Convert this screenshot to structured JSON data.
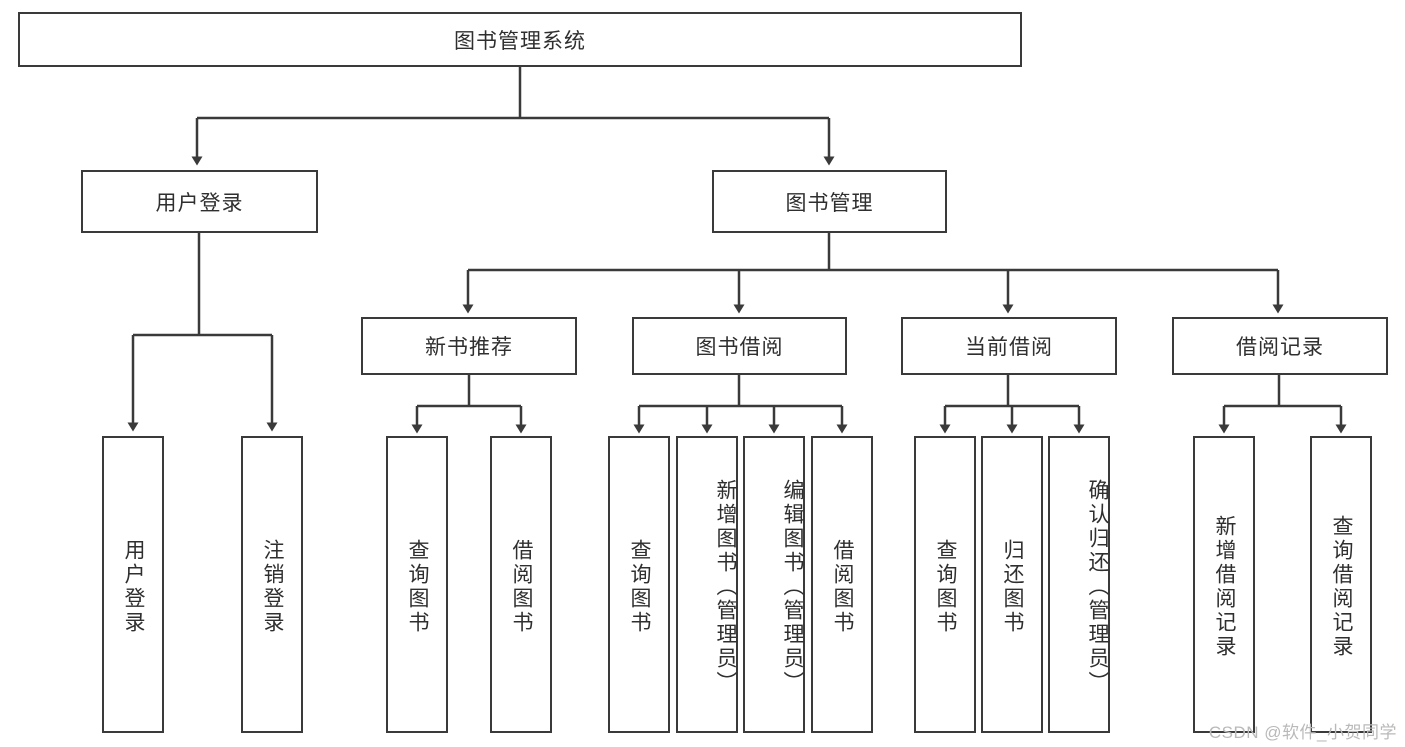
{
  "diagram": {
    "type": "tree-hierarchy",
    "title": "图书管理系统",
    "root": {
      "label": "图书管理系统"
    },
    "level1": [
      {
        "label": "用户登录"
      },
      {
        "label": "图书管理"
      }
    ],
    "level2": [
      {
        "label": "新书推荐",
        "parent": "图书管理"
      },
      {
        "label": "图书借阅",
        "parent": "图书管理"
      },
      {
        "label": "当前借阅",
        "parent": "图书管理"
      },
      {
        "label": "借阅记录",
        "parent": "图书管理"
      }
    ],
    "leaves": {
      "user_login": [
        "用户登录",
        "注销登录"
      ],
      "new_book_recommend": [
        "查询图书",
        "借阅图书"
      ],
      "book_borrow": [
        "查询图书",
        "新增图书（管理员）",
        "编辑图书（管理员）",
        "借阅图书"
      ],
      "current_borrow": [
        "查询图书",
        "归还图书",
        "确认归还（管理员）"
      ],
      "borrow_record": [
        "新增借阅记录",
        "查询借阅记录"
      ]
    }
  },
  "watermark": {
    "text": "CSDN @软件_小贺同学"
  },
  "colors": {
    "stroke": "#3a3a3a",
    "fill": "#ffffff",
    "text": "#2f2f2f",
    "watermark": "#b9b9b9"
  }
}
